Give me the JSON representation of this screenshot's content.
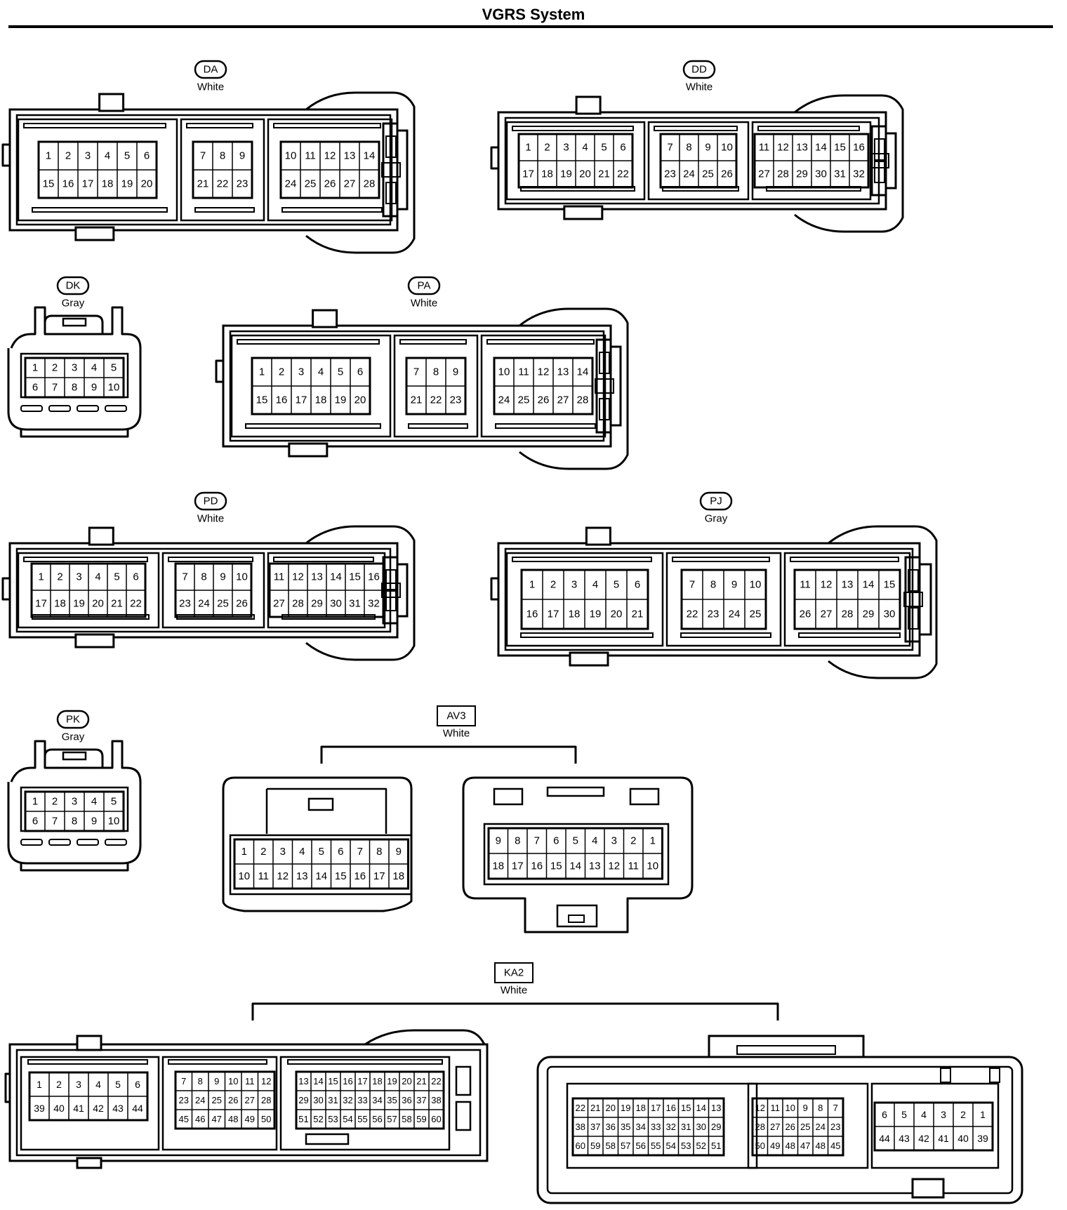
{
  "title": "VGRS System",
  "connectors": [
    {
      "id": "DA",
      "tag_style": "oval",
      "color": "White"
    },
    {
      "id": "DD",
      "tag_style": "oval",
      "color": "White"
    },
    {
      "id": "DK",
      "tag_style": "oval",
      "color": "Gray"
    },
    {
      "id": "PA",
      "tag_style": "oval",
      "color": "White"
    },
    {
      "id": "PD",
      "tag_style": "oval",
      "color": "White"
    },
    {
      "id": "PJ",
      "tag_style": "oval",
      "color": "Gray"
    },
    {
      "id": "PK",
      "tag_style": "oval",
      "color": "Gray"
    },
    {
      "id": "AV3",
      "tag_style": "box",
      "color": "White"
    },
    {
      "id": "KA2",
      "tag_style": "box",
      "color": "White"
    }
  ],
  "pin_grids": {
    "DA": [
      [
        [
          "1",
          "2",
          "3",
          "4",
          "5",
          "6"
        ],
        [
          "15",
          "16",
          "17",
          "18",
          "19",
          "20"
        ]
      ],
      [
        [
          "7",
          "8",
          "9"
        ],
        [
          "21",
          "22",
          "23"
        ]
      ],
      [
        [
          "10",
          "11",
          "12"
        ],
        [
          "24",
          "25",
          "26"
        ]
      ],
      [
        [
          "13",
          "14"
        ],
        [
          "27",
          "28"
        ]
      ]
    ],
    "DD": [
      [
        [
          "1",
          "2",
          "3",
          "4",
          "5",
          "6"
        ],
        [
          "17",
          "18",
          "19",
          "20",
          "21",
          "22"
        ]
      ],
      [
        [
          "7",
          "8",
          "9",
          "10"
        ],
        [
          "23",
          "24",
          "25",
          "26"
        ]
      ],
      [
        [
          "11",
          "12",
          "13",
          "14",
          "15",
          "16"
        ],
        [
          "27",
          "28",
          "29",
          "30",
          "31",
          "32"
        ]
      ]
    ],
    "DK": [
      [
        [
          "1",
          "2",
          "3",
          "4",
          "5"
        ],
        [
          "6",
          "7",
          "8",
          "9",
          "10"
        ]
      ]
    ],
    "PA": [
      [
        [
          "1",
          "2",
          "3",
          "4",
          "5",
          "6"
        ],
        [
          "15",
          "16",
          "17",
          "18",
          "19",
          "20"
        ]
      ],
      [
        [
          "7",
          "8",
          "9"
        ],
        [
          "21",
          "22",
          "23"
        ]
      ],
      [
        [
          "10",
          "11",
          "12"
        ],
        [
          "24",
          "25",
          "26"
        ]
      ],
      [
        [
          "13",
          "14"
        ],
        [
          "27",
          "28"
        ]
      ]
    ],
    "PD": [
      [
        [
          "1",
          "2",
          "3",
          "4",
          "5",
          "6"
        ],
        [
          "17",
          "18",
          "19",
          "20",
          "21",
          "22"
        ]
      ],
      [
        [
          "7",
          "8",
          "9",
          "10"
        ],
        [
          "23",
          "24",
          "25",
          "26"
        ]
      ],
      [
        [
          "11",
          "12",
          "13",
          "14",
          "15",
          "16"
        ],
        [
          "27",
          "28",
          "29",
          "30",
          "31",
          "32"
        ]
      ]
    ],
    "PJ": [
      [
        [
          "1",
          "2",
          "3",
          "4",
          "5",
          "6"
        ],
        [
          "16",
          "17",
          "18",
          "19",
          "20",
          "21"
        ]
      ],
      [
        [
          "7",
          "8",
          "9",
          "10"
        ],
        [
          "22",
          "23",
          "24",
          "25"
        ]
      ],
      [
        [
          "11",
          "12",
          "13"
        ],
        [
          "26",
          "27",
          "28"
        ]
      ],
      [
        [
          "14",
          "15"
        ],
        [
          "29",
          "30"
        ]
      ]
    ],
    "PK": [
      [
        [
          "1",
          "2",
          "3",
          "4",
          "5"
        ],
        [
          "6",
          "7",
          "8",
          "9",
          "10"
        ]
      ]
    ],
    "AV3_left": [
      [
        [
          "1",
          "2",
          "3",
          "4",
          "5",
          "6",
          "7",
          "8",
          "9"
        ],
        [
          "10",
          "11",
          "12",
          "13",
          "14",
          "15",
          "16",
          "17",
          "18"
        ]
      ]
    ],
    "AV3_right": [
      [
        [
          "9",
          "8",
          "7",
          "6",
          "5",
          "4",
          "3",
          "2",
          "1"
        ],
        [
          "18",
          "17",
          "16",
          "15",
          "14",
          "13",
          "12",
          "11",
          "10"
        ]
      ]
    ],
    "KA2_left": [
      [
        [
          "1",
          "2",
          "3",
          "4",
          "5",
          "6"
        ],
        [
          "39",
          "40",
          "41",
          "42",
          "43",
          "44"
        ]
      ],
      [
        [
          "7",
          "8",
          "9",
          "10",
          "11",
          "12"
        ],
        [
          "23",
          "24",
          "25",
          "26",
          "27",
          "28"
        ],
        [
          "45",
          "46",
          "47",
          "48",
          "49",
          "50"
        ]
      ],
      [
        [
          "13",
          "14",
          "15",
          "16",
          "17",
          "18",
          "19",
          "20",
          "21",
          "22"
        ],
        [
          "29",
          "30",
          "31",
          "32",
          "33",
          "34",
          "35",
          "36",
          "37",
          "38"
        ],
        [
          "51",
          "52",
          "53",
          "54",
          "55",
          "56",
          "57",
          "58",
          "59",
          "60"
        ]
      ]
    ],
    "KA2_right": [
      [
        [
          "22",
          "21",
          "20",
          "19",
          "18",
          "17",
          "16",
          "15",
          "14",
          "13"
        ],
        [
          "38",
          "37",
          "36",
          "35",
          "34",
          "33",
          "32",
          "31",
          "30",
          "29"
        ],
        [
          "60",
          "59",
          "58",
          "57",
          "56",
          "55",
          "54",
          "53",
          "52",
          "51"
        ]
      ],
      [
        [
          "12",
          "11",
          "10",
          "9",
          "8",
          "7"
        ],
        [
          "28",
          "27",
          "26",
          "25",
          "24",
          "23"
        ],
        [
          "50",
          "49",
          "48",
          "47",
          "48",
          "45"
        ]
      ],
      [
        [
          "6",
          "5",
          "4",
          "3",
          "2",
          "1"
        ],
        [
          "44",
          "43",
          "42",
          "41",
          "40",
          "39"
        ]
      ]
    ]
  }
}
